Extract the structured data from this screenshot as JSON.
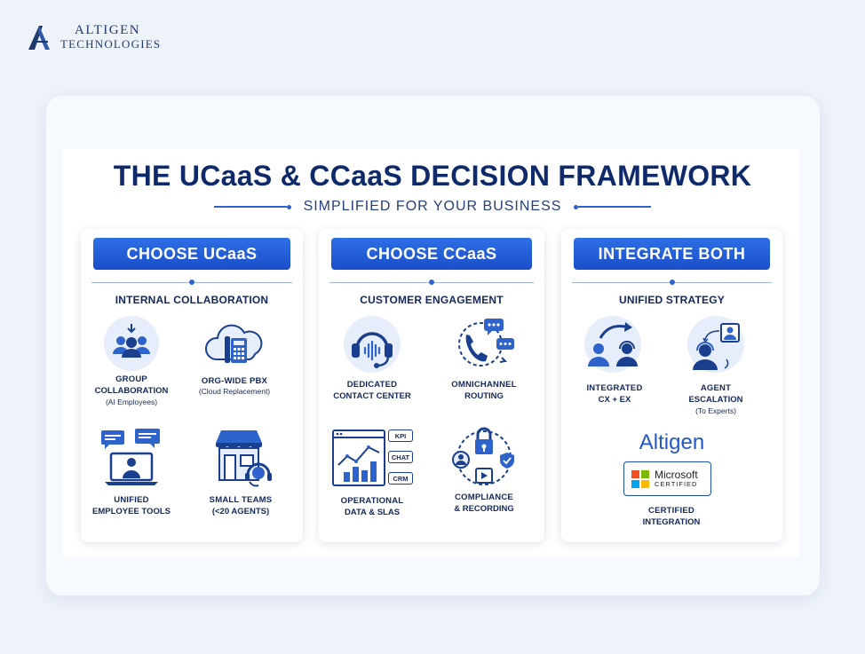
{
  "logo": {
    "line1": "Altigen",
    "line2": "Technologies"
  },
  "title": "THE UCaaS & CCaaS DECISION FRAMEWORK",
  "subtitle": "SIMPLIFIED FOR YOUR BUSINESS",
  "cards": [
    {
      "heading": "CHOOSE UCaaS",
      "subheading": "INTERNAL COLLABORATION",
      "items": [
        {
          "icon": "group-collaboration-icon",
          "label": "GROUP",
          "label2": "COLLABORATION",
          "note": "(AI Employees)"
        },
        {
          "icon": "cloud-pbx-icon",
          "label": "ORG-WIDE PBX",
          "note": "(Cloud Replacement)"
        },
        {
          "icon": "employee-tools-icon",
          "label": "UNIFIED",
          "label2": "EMPLOYEE TOOLS"
        },
        {
          "icon": "small-team-storefront-icon",
          "label": "SMALL TEAMS",
          "label2": "(<20 AGENTS)"
        }
      ]
    },
    {
      "heading": "CHOOSE CCaaS",
      "subheading": "CUSTOMER ENGAGEMENT",
      "items": [
        {
          "icon": "headset-icon",
          "label": "DEDICATED",
          "label2": "CONTACT CENTER"
        },
        {
          "icon": "omnichannel-routing-icon",
          "label": "OMNICHANNEL",
          "label2": "ROUTING"
        },
        {
          "icon": "dashboard-chart-icon",
          "label": "OPERATIONAL",
          "label2": "DATA & SLAS",
          "tags": [
            "KPI",
            "CHAT",
            "CRM"
          ]
        },
        {
          "icon": "compliance-lock-icon",
          "label": "COMPLIANCE",
          "label2": "& RECORDING"
        }
      ]
    },
    {
      "heading": "INTEGRATE BOTH",
      "subheading": "UNIFIED STRATEGY",
      "items": [
        {
          "icon": "integrated-cx-ex-icon",
          "label": "INTEGRATED",
          "label2": "CX + EX"
        },
        {
          "icon": "agent-escalation-icon",
          "label": "AGENT",
          "label2": "ESCALATION",
          "note": "(To Experts)"
        },
        {
          "icon": "certified-integration-icon",
          "label": "CERTIFIED",
          "label2": "INTEGRATION"
        }
      ],
      "brand": "Altigen",
      "badge": {
        "line1": "Microsoft",
        "line2": "CERTIFIED"
      }
    }
  ],
  "colors": {
    "navy": "#0f2a6b",
    "accent": "#2e63cc",
    "header_blue": "#1a4fc9",
    "background": "#eef3fa"
  }
}
